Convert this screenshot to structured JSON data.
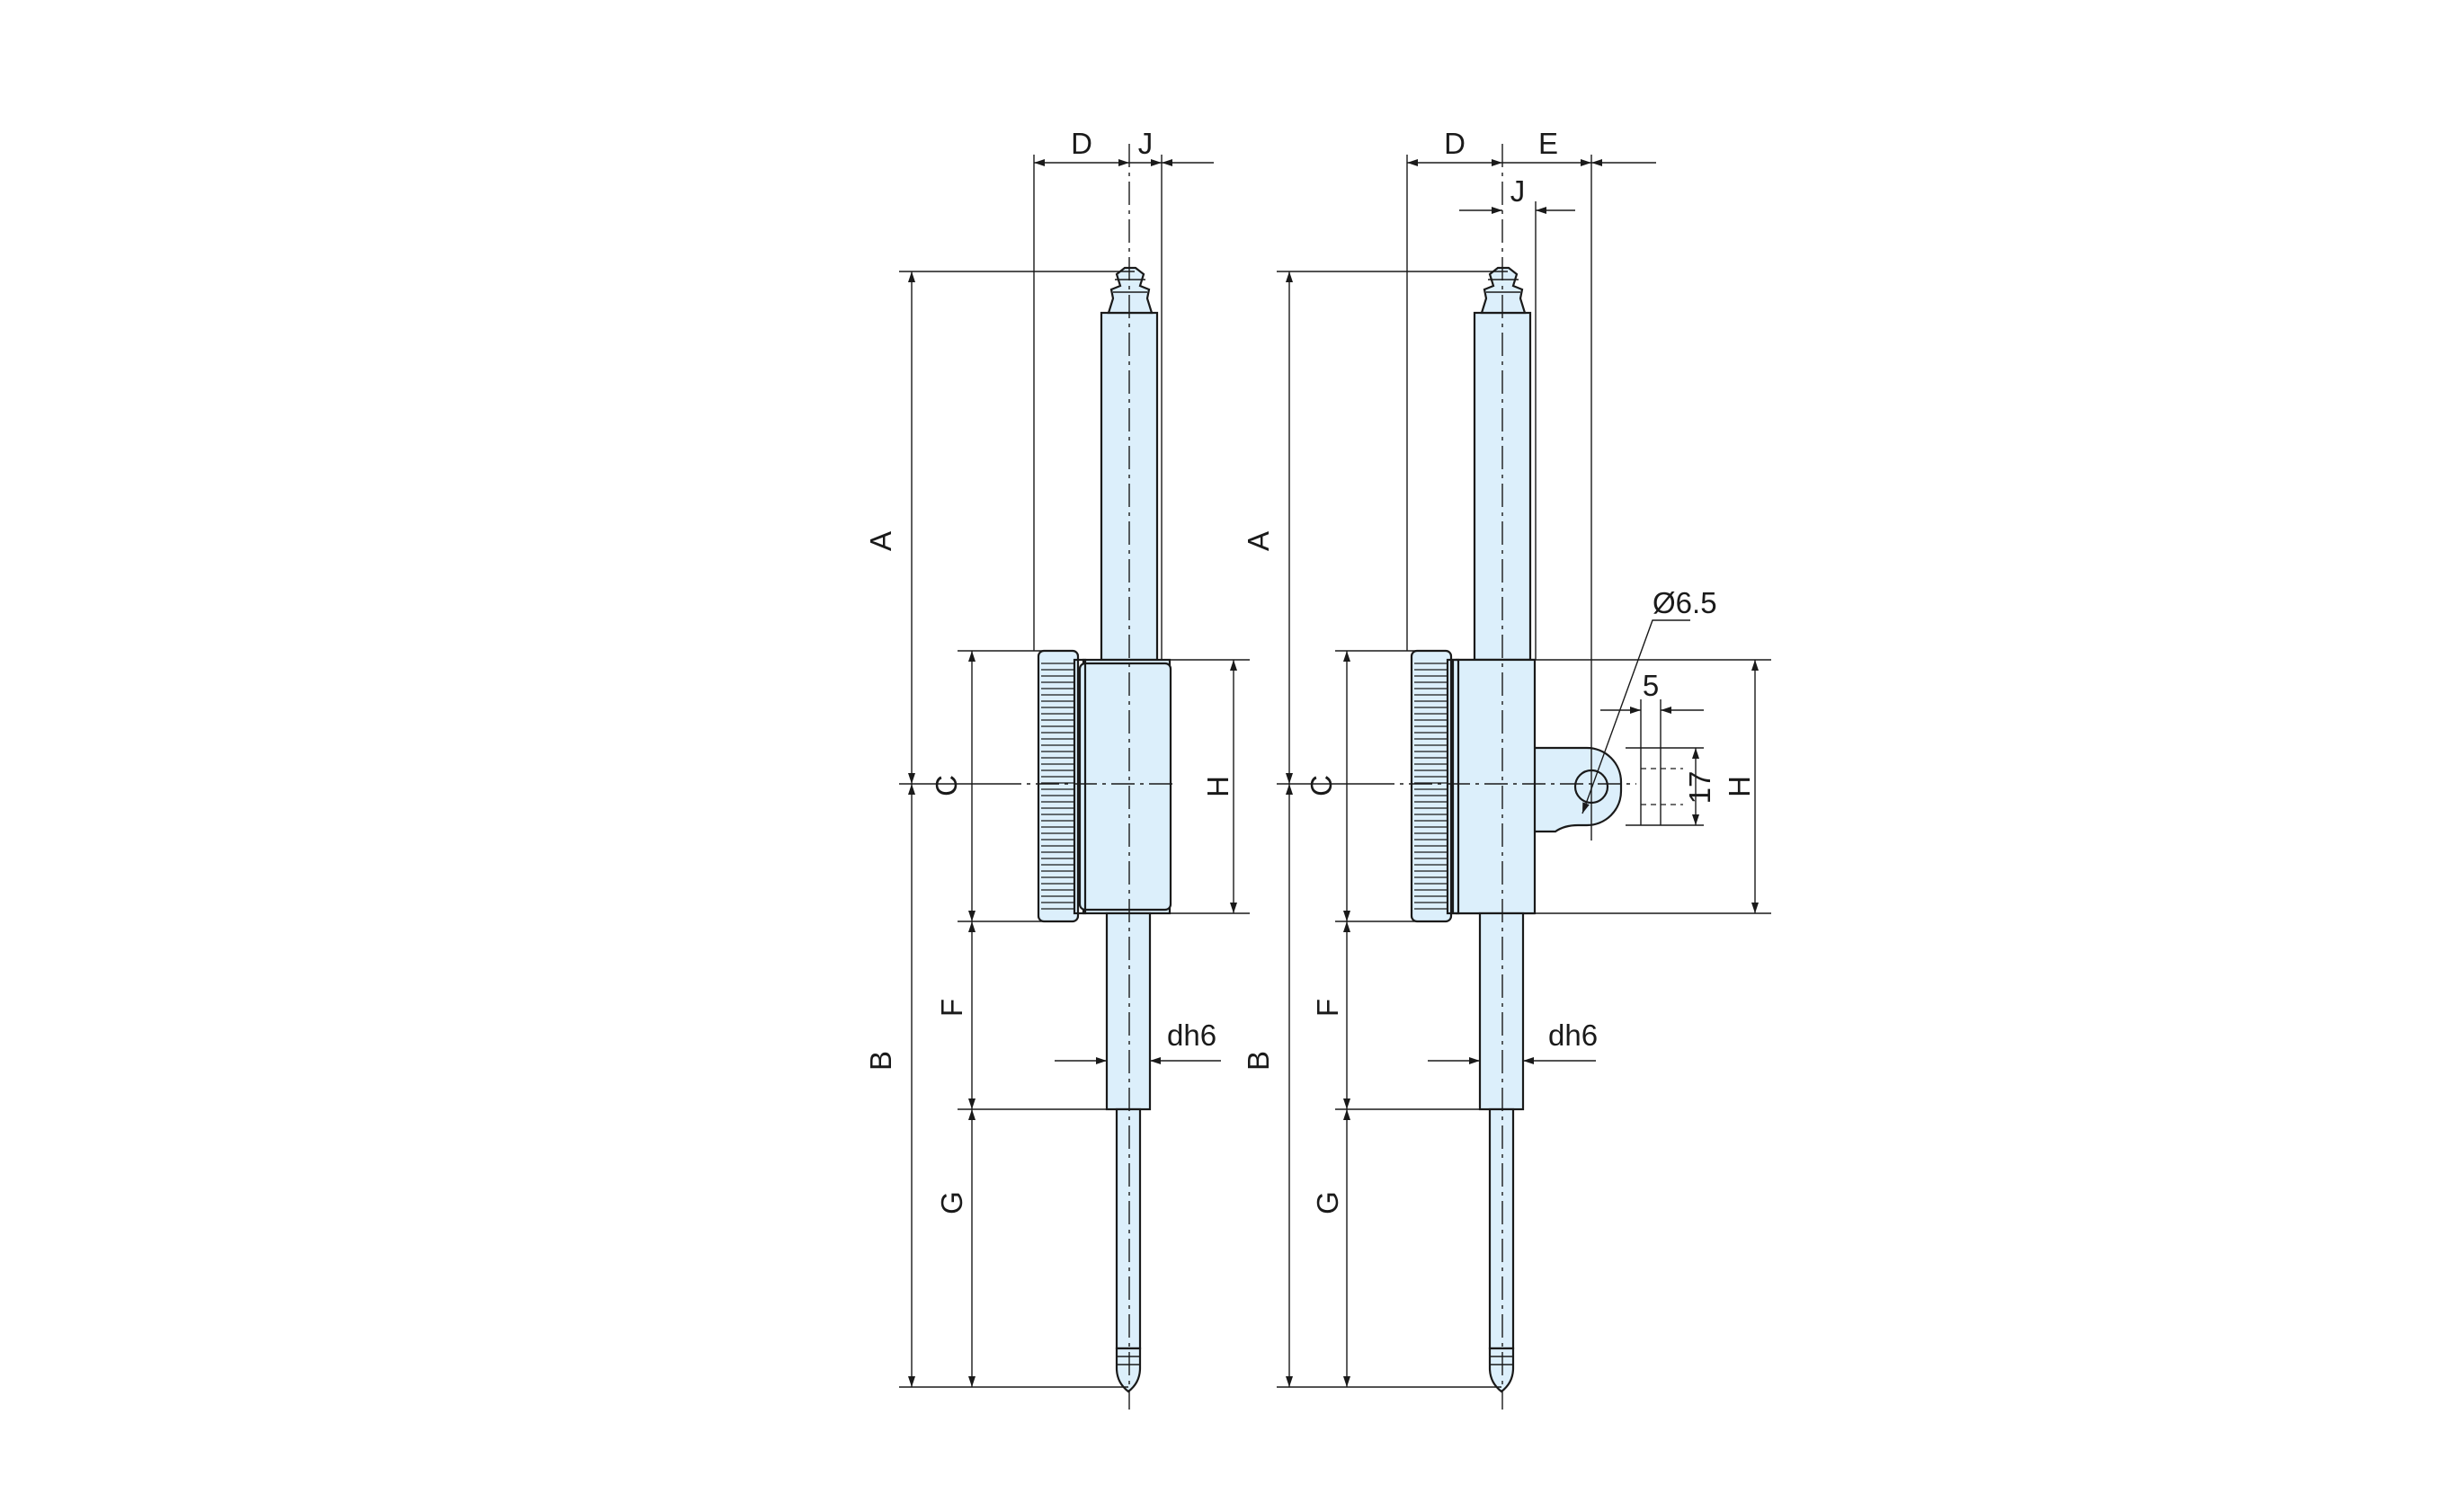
{
  "left_view": {
    "labels": {
      "A": "A",
      "B": "B",
      "C": "C",
      "D": "D",
      "F": "F",
      "G": "G",
      "H": "H",
      "J": "J",
      "stem": "dh6"
    }
  },
  "right_view": {
    "labels": {
      "A": "A",
      "B": "B",
      "C": "C",
      "D": "D",
      "E": "E",
      "F": "F",
      "G": "G",
      "H": "H",
      "J": "J",
      "stem": "dh6",
      "hole": "Ø6.5",
      "lug_width": "5",
      "lug_height": "17"
    }
  },
  "colors": {
    "body": "#dceffb",
    "line": "#1a1a1a"
  }
}
